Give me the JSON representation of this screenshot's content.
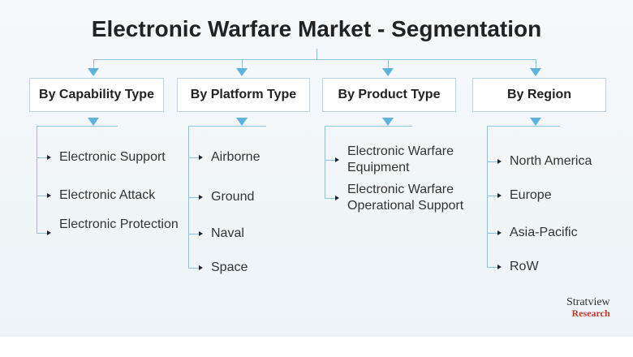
{
  "title": "Electronic Warfare Market - Segmentation",
  "columns": [
    {
      "header": "By Capability Type",
      "items": [
        "Electronic Support",
        "Electronic Attack",
        "Electronic Protection"
      ]
    },
    {
      "header": "By Platform Type",
      "items": [
        "Airborne",
        "Ground",
        "Naval",
        "Space"
      ]
    },
    {
      "header": "By Product Type",
      "items": [
        "Electronic Warfare Equipment",
        "Electronic Warfare Operational Support"
      ]
    },
    {
      "header": "By Region",
      "items": [
        "North America",
        "Europe",
        "Asia-Pacific",
        "RoW"
      ]
    }
  ],
  "logo": {
    "name": "Stratview",
    "sub": "Research"
  },
  "colors": {
    "line": "#8ec2d9",
    "arrow": "#5eb3dd",
    "logo_red": "#c0392b"
  }
}
